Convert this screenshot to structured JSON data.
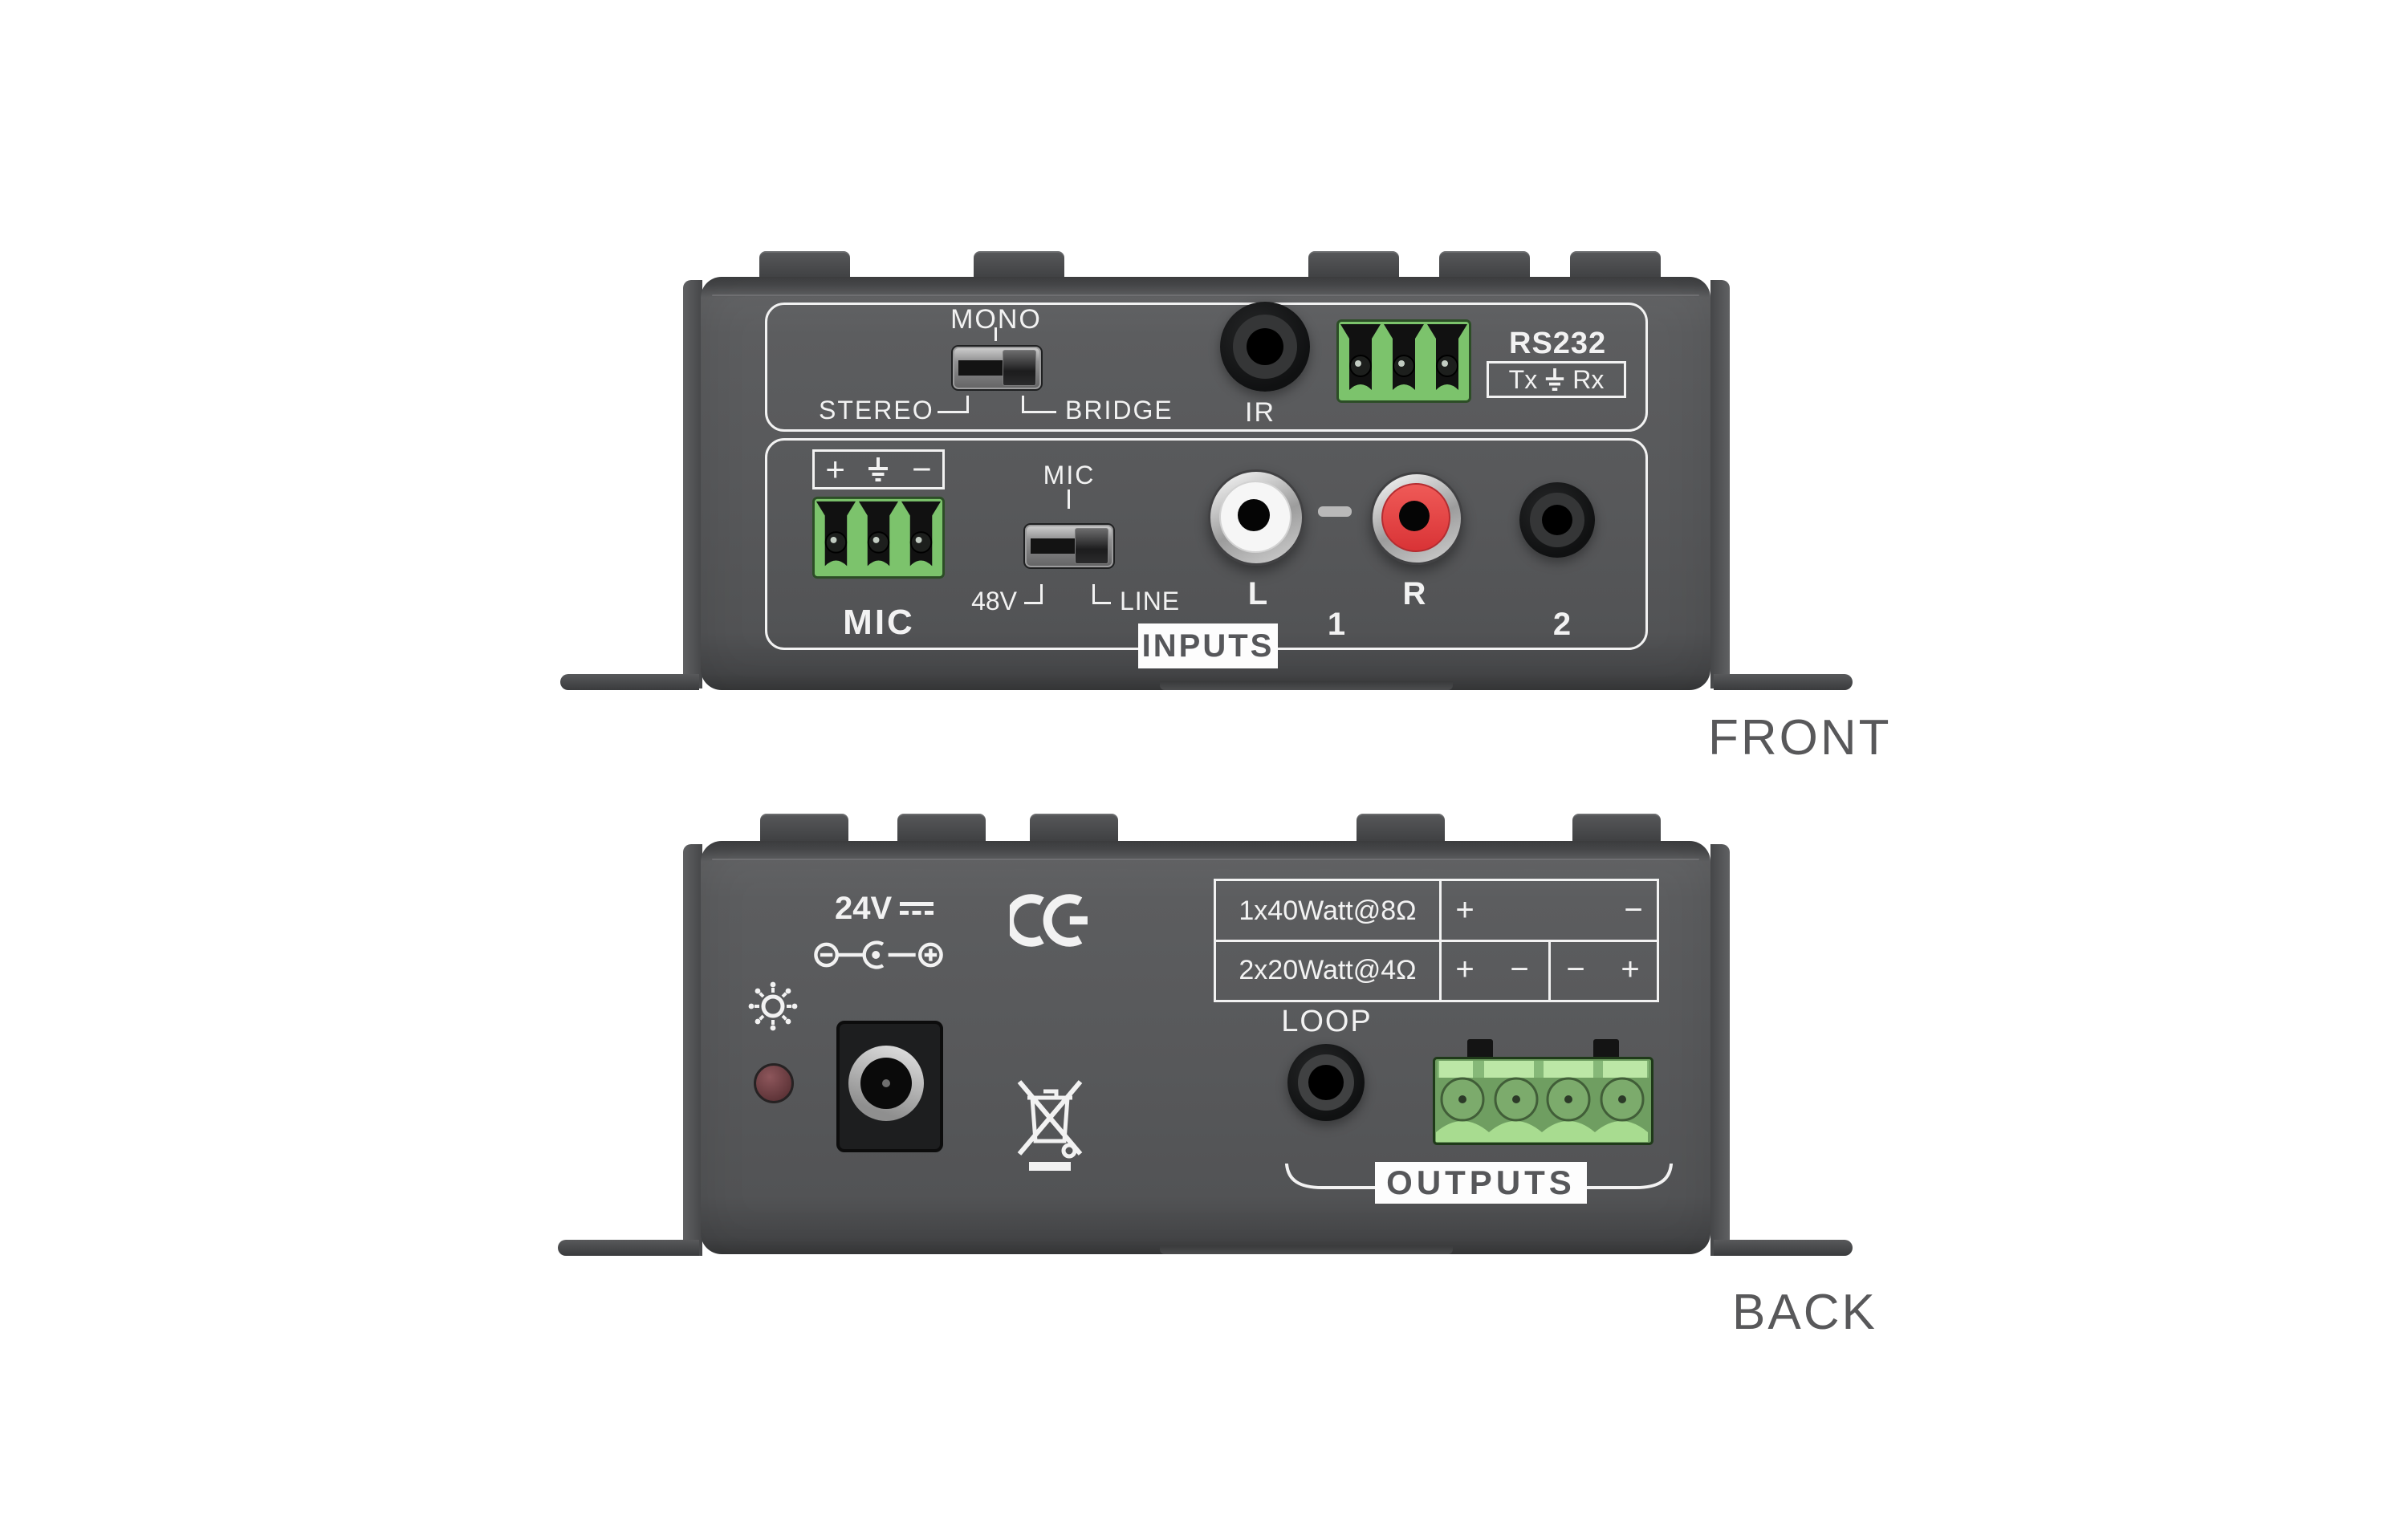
{
  "front_panel": {
    "caption": "FRONT",
    "mode_switch": {
      "top_label": "MONO",
      "bottom_left_label": "STEREO",
      "bottom_right_label": "BRIDGE"
    },
    "ir_jack_label": "IR",
    "rs232": {
      "title": "RS232",
      "tx_label": "Tx",
      "rx_label": "Rx"
    },
    "mic_input": {
      "terminal_plus": "+",
      "terminal_minus": "−",
      "label": "MIC"
    },
    "gain_switch": {
      "top_label": "MIC",
      "bottom_left_label": "48V",
      "bottom_right_label": "LINE"
    },
    "rca_left_label": "L",
    "rca_right_label": "R",
    "input1_label": "1",
    "input2_label": "2",
    "section_label": "INPUTS"
  },
  "back_panel": {
    "caption": "BACK",
    "power_label": "24V",
    "power_table": {
      "rows": [
        {
          "label": "1x40Watt@8Ω",
          "polarity": [
            "+",
            "−"
          ]
        },
        {
          "label": "2x20Watt@4Ω",
          "polarity": [
            "+",
            "−",
            "−",
            "+"
          ]
        }
      ]
    },
    "loop_label": "LOOP",
    "section_label": "OUTPUTS"
  },
  "icons": {
    "dc_voltage": "solid-over-dashed-line",
    "polarity": "center-positive-barrel",
    "earth_ground": "ground-symbol",
    "power_indicator": "sun-icon",
    "ce_mark": "CE",
    "weee": "crossed-out-wheeled-bin"
  },
  "colors": {
    "panel": "#57585a",
    "markings": "#f2f2f2",
    "connector_green": "#7cc36c",
    "rca_red": "#e2403e",
    "led": "#7b4a4e",
    "caption_text": "#58585a"
  }
}
